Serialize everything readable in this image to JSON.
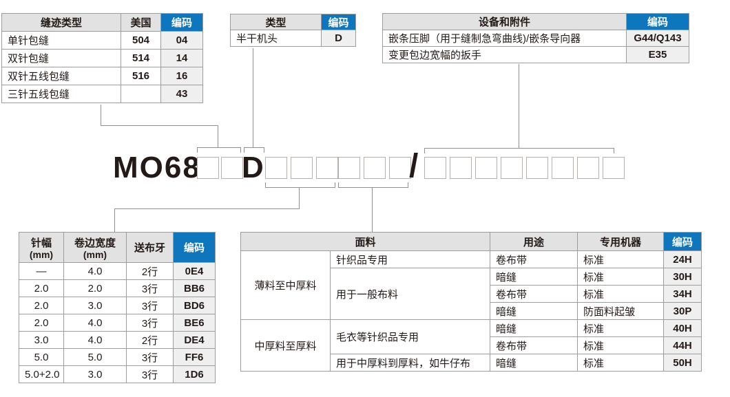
{
  "colors": {
    "accent_blue": "#0e76bd",
    "header_grey": "#e2e2e2",
    "code_cell_grey": "#efefef",
    "border_grey": "#9c9c9c",
    "connector_grey": "#8f8f8f",
    "text_dark": "#231916"
  },
  "model": {
    "prefix": "MO68",
    "type_code": "D",
    "separator": "/",
    "box_counts": [
      2,
      3,
      3,
      8
    ]
  },
  "tables": {
    "stitch": {
      "headers": [
        "缝迹类型",
        "美国",
        "编码"
      ],
      "rows": [
        [
          "单针包缝",
          "504",
          "04"
        ],
        [
          "双针包缝",
          "514",
          "14"
        ],
        [
          "双针五线包缝",
          "516",
          "16"
        ],
        [
          "三针五线包缝",
          "",
          "43"
        ]
      ]
    },
    "head_type": {
      "headers": [
        "类型",
        "编码"
      ],
      "rows": [
        [
          "半干机头",
          "D"
        ]
      ]
    },
    "device": {
      "headers": [
        "设备和附件",
        "编码"
      ],
      "rows": [
        [
          "嵌条压脚（用于缝制急弯曲线)/嵌条导向器",
          "G44/Q143"
        ],
        [
          "变更包边宽幅的扳手",
          "E35"
        ]
      ]
    },
    "needle": {
      "headers": [
        {
          "t": "针幅",
          "sub": "(mm)"
        },
        {
          "t": "卷边宽度",
          "sub": "(mm)"
        },
        {
          "t": "送布牙"
        },
        {
          "t": "编码"
        }
      ],
      "rows": [
        [
          "—",
          "4.0",
          "2行",
          "0E4"
        ],
        [
          "2.0",
          "2.0",
          "3行",
          "BB6"
        ],
        [
          "2.0",
          "3.0",
          "3行",
          "BD6"
        ],
        [
          "2.0",
          "4.0",
          "3行",
          "BE6"
        ],
        [
          "3.0",
          "4.0",
          "2行",
          "DE4"
        ],
        [
          "5.0",
          "5.0",
          "3行",
          "FF6"
        ],
        [
          "5.0+2.0",
          "3.0",
          "3行",
          "1D6"
        ]
      ]
    },
    "fabric": {
      "headers": [
        "面料",
        "用途",
        "专用机器",
        "编码"
      ],
      "col1_groups": [
        "薄料至中厚料",
        "中厚料至厚料"
      ],
      "col2_groups": [
        "针织品专用",
        "用于一般布料",
        "毛衣等针织品专用",
        "用于中厚料到厚料，如牛仔布"
      ],
      "rows": [
        {
          "use": "卷布带",
          "machine": "标准",
          "code": "24H"
        },
        {
          "use": "暗缝",
          "machine": "标准",
          "code": "30H"
        },
        {
          "use": "卷布带",
          "machine": "标准",
          "code": "34H"
        },
        {
          "use": "暗缝",
          "machine": "防面料起皱",
          "code": "30P"
        },
        {
          "use": "暗缝",
          "machine": "标准",
          "code": "40H"
        },
        {
          "use": "卷布带",
          "machine": "标准",
          "code": "44H"
        },
        {
          "use": "暗缝",
          "machine": "标准",
          "code": "50H"
        }
      ]
    }
  }
}
